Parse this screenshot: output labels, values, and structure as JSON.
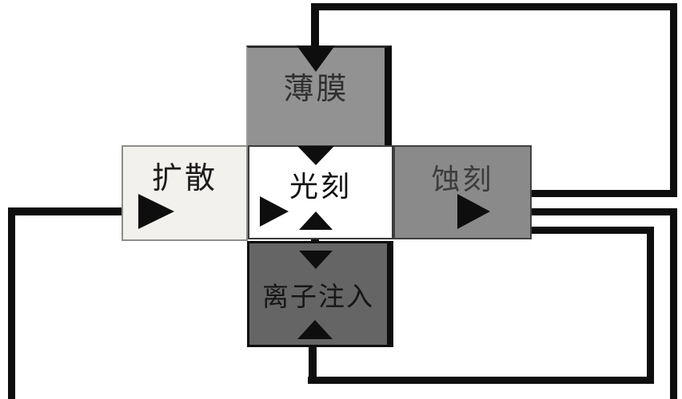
{
  "diagram": {
    "type": "process-flow",
    "description": "wafer fabrication cycle diagram",
    "nodes": [
      {
        "id": "thin-film",
        "label": "薄膜"
      },
      {
        "id": "diffusion",
        "label": "扩散"
      },
      {
        "id": "photolithography",
        "label": "光刻"
      },
      {
        "id": "etching",
        "label": "蚀刻"
      },
      {
        "id": "ion-implantation",
        "label": "离子注入"
      }
    ],
    "edges": [
      {
        "from": "external-left",
        "to": "diffusion",
        "style": "arrow"
      },
      {
        "from": "diffusion",
        "to": "photolithography",
        "style": "arrow"
      },
      {
        "from": "thin-film",
        "to": "photolithography",
        "style": "arrow"
      },
      {
        "from": "photolithography",
        "to": "etching",
        "style": "arrow"
      },
      {
        "from": "photolithography",
        "to": "ion-implantation",
        "style": "double-arrow"
      },
      {
        "from": "etching",
        "to": "thin-film",
        "style": "feedback-loop-top"
      },
      {
        "from": "etching",
        "to": "ion-implantation",
        "style": "feedback-loop-bottom-inner"
      },
      {
        "from": "etching",
        "to": "bottom-edge",
        "style": "feedback-loop-right-down"
      }
    ],
    "colors": {
      "background": "#ffffff",
      "line": "#0e0e0e",
      "thin_film_fill": "#929292",
      "diffusion_fill": "#f2f1ee",
      "photolithography_fill": "#ffffff",
      "etching_fill": "#8a8a8a",
      "ion_implantation_fill": "#656565",
      "label_dark": "#161616",
      "label_muted": "#3d3d3d"
    }
  }
}
